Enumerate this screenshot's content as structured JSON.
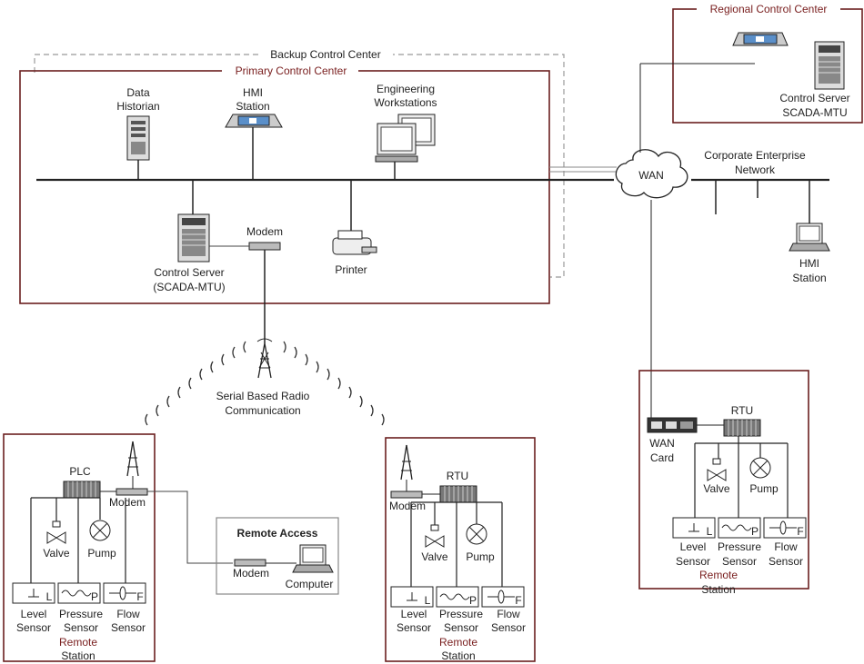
{
  "backup_center": "Backup Control Center",
  "primary_center": "Primary Control Center",
  "regional_center": "Regional Control Center",
  "data_historian": [
    "Data",
    "Historian"
  ],
  "hmi_station_top": [
    "HMI",
    "Station"
  ],
  "engineering_workstations": [
    "Engineering",
    "Workstations"
  ],
  "control_server_primary": [
    "Control Server",
    "(SCADA-MTU)"
  ],
  "modem_primary": "Modem",
  "printer": "Printer",
  "wan": "WAN",
  "corporate_network": [
    "Corporate Enterprise",
    "Network"
  ],
  "hmi_station_corp": [
    "HMI",
    "Station"
  ],
  "control_server_regional": [
    "Control Server",
    "SCADA-MTU"
  ],
  "radio": [
    "Serial Based Radio",
    "Communication"
  ],
  "plc": "PLC",
  "rtu": "RTU",
  "modem": "Modem",
  "valve": "Valve",
  "pump": "Pump",
  "sensor_labels": {
    "level": [
      "Level",
      "Sensor"
    ],
    "pressure": [
      "Pressure",
      "Sensor"
    ],
    "flow": [
      "Flow",
      "Sensor"
    ]
  },
  "sensor_letters": {
    "level": "L",
    "pressure": "P",
    "flow": "F"
  },
  "remote_station": [
    "Remote",
    "Station"
  ],
  "remote_access": "Remote Access",
  "computer": "Computer",
  "wan_card": [
    "WAN",
    "Card"
  ]
}
